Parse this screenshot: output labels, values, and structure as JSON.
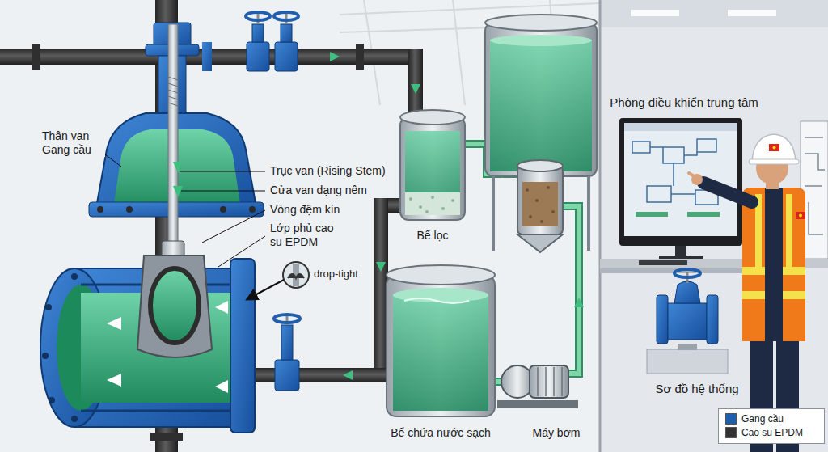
{
  "diagram": {
    "labels": [
      "Thân van Gang cầu",
      "Trục van (Rising Stem)",
      "Cửa van dạng nêm",
      "Vòng đệm kín",
      "Lớp phủ cao su EPDM",
      "drop-tight",
      "Bể lọc",
      "Bể chứa nước sạch",
      "Máy bơm",
      "Phòng điều khiển trung tâm",
      "Sơ đồ hệ thống"
    ],
    "legend": [
      {
        "text": "Gang cầu",
        "color": "#1f5fae"
      },
      {
        "text": "Cao su EPDM",
        "color": "#333333"
      }
    ]
  }
}
